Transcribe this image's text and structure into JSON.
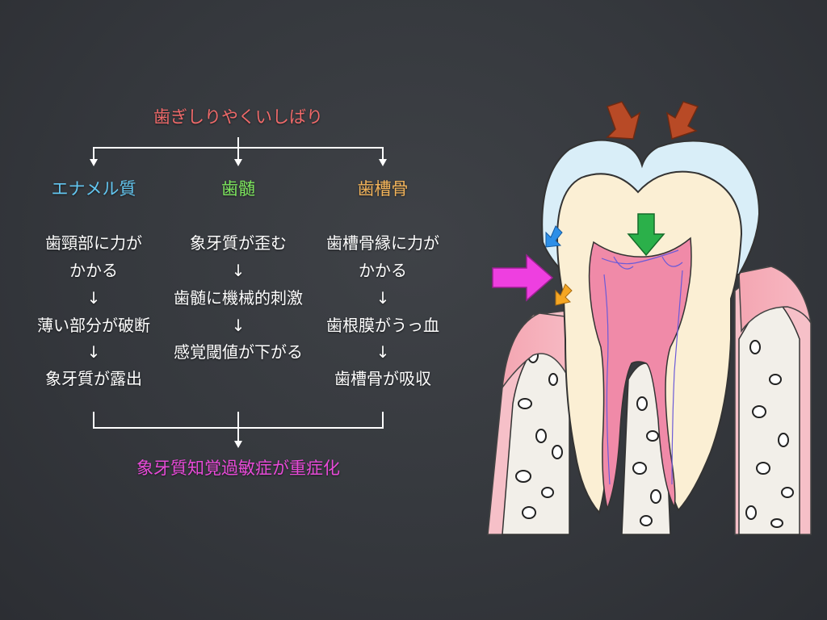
{
  "colors": {
    "title": "#f06a6a",
    "enamel": "#63c6f0",
    "pulp": "#7ee85e",
    "bone": "#f3b45a",
    "result": "#e84ad8",
    "background": "#35383d"
  },
  "title": "歯ぎしりやくいしばり",
  "columns": [
    {
      "heading": "エナメル質",
      "lines": [
        "歯頸部に力が",
        "かかる",
        "↓",
        "薄い部分が破断",
        "↓",
        "象牙質が露出"
      ]
    },
    {
      "heading": "歯髄",
      "lines": [
        "象牙質が歪む",
        "↓",
        "歯髄に機械的刺激",
        "↓",
        "感覚閾値が下がる"
      ]
    },
    {
      "heading": "歯槽骨",
      "lines": [
        "歯槽骨縁に力が",
        "かかる",
        "↓",
        "歯根膜がうっ血",
        "↓",
        "歯槽骨が吸収"
      ]
    }
  ],
  "result": "象牙質知覚過敏症が重症化",
  "illustration": {
    "subject": "tooth-cross-section",
    "arrows": [
      "brown-occlusal-force-arrow",
      "brown-occlusal-force-arrow",
      "green-pulp-arrow",
      "blue-enamel-arrow",
      "orange-cervical-arrow",
      "magenta-lateral-arrow"
    ]
  }
}
